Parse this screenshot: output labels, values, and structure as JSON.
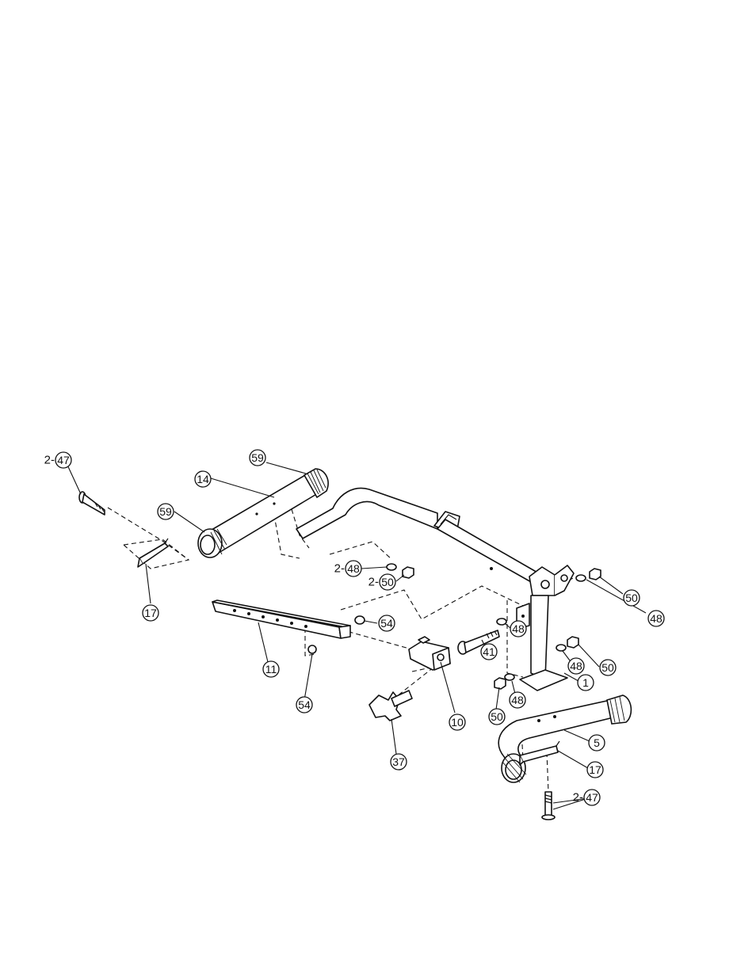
{
  "callouts": [
    {
      "id": "c-2-47-top",
      "label": "47",
      "prefix": "2-"
    },
    {
      "id": "c-59-top",
      "label": "59",
      "prefix": ""
    },
    {
      "id": "c-14",
      "label": "14",
      "prefix": ""
    },
    {
      "id": "c-59-left",
      "label": "59",
      "prefix": ""
    },
    {
      "id": "c-17-left",
      "label": "17",
      "prefix": ""
    },
    {
      "id": "c-2-48",
      "label": "48",
      "prefix": "2-"
    },
    {
      "id": "c-2-50",
      "label": "50",
      "prefix": "2-"
    },
    {
      "id": "c-50-right-top",
      "label": "50",
      "prefix": ""
    },
    {
      "id": "c-48-right-top",
      "label": "48",
      "prefix": ""
    },
    {
      "id": "c-54-top",
      "label": "54",
      "prefix": ""
    },
    {
      "id": "c-48-mid",
      "label": "48",
      "prefix": ""
    },
    {
      "id": "c-41",
      "label": "41",
      "prefix": ""
    },
    {
      "id": "c-11",
      "label": "11",
      "prefix": ""
    },
    {
      "id": "c-48-right-mid",
      "label": "48",
      "prefix": ""
    },
    {
      "id": "c-50-right-mid",
      "label": "50",
      "prefix": ""
    },
    {
      "id": "c-1",
      "label": "1",
      "prefix": ""
    },
    {
      "id": "c-54-bottom",
      "label": "54",
      "prefix": ""
    },
    {
      "id": "c-48-bottom",
      "label": "48",
      "prefix": ""
    },
    {
      "id": "c-10",
      "label": "10",
      "prefix": ""
    },
    {
      "id": "c-50-bottom",
      "label": "50",
      "prefix": ""
    },
    {
      "id": "c-5",
      "label": "5",
      "prefix": ""
    },
    {
      "id": "c-37",
      "label": "37",
      "prefix": ""
    },
    {
      "id": "c-17-right",
      "label": "17",
      "prefix": ""
    },
    {
      "id": "c-2-47-bottom",
      "label": "47",
      "prefix": "2-"
    }
  ]
}
